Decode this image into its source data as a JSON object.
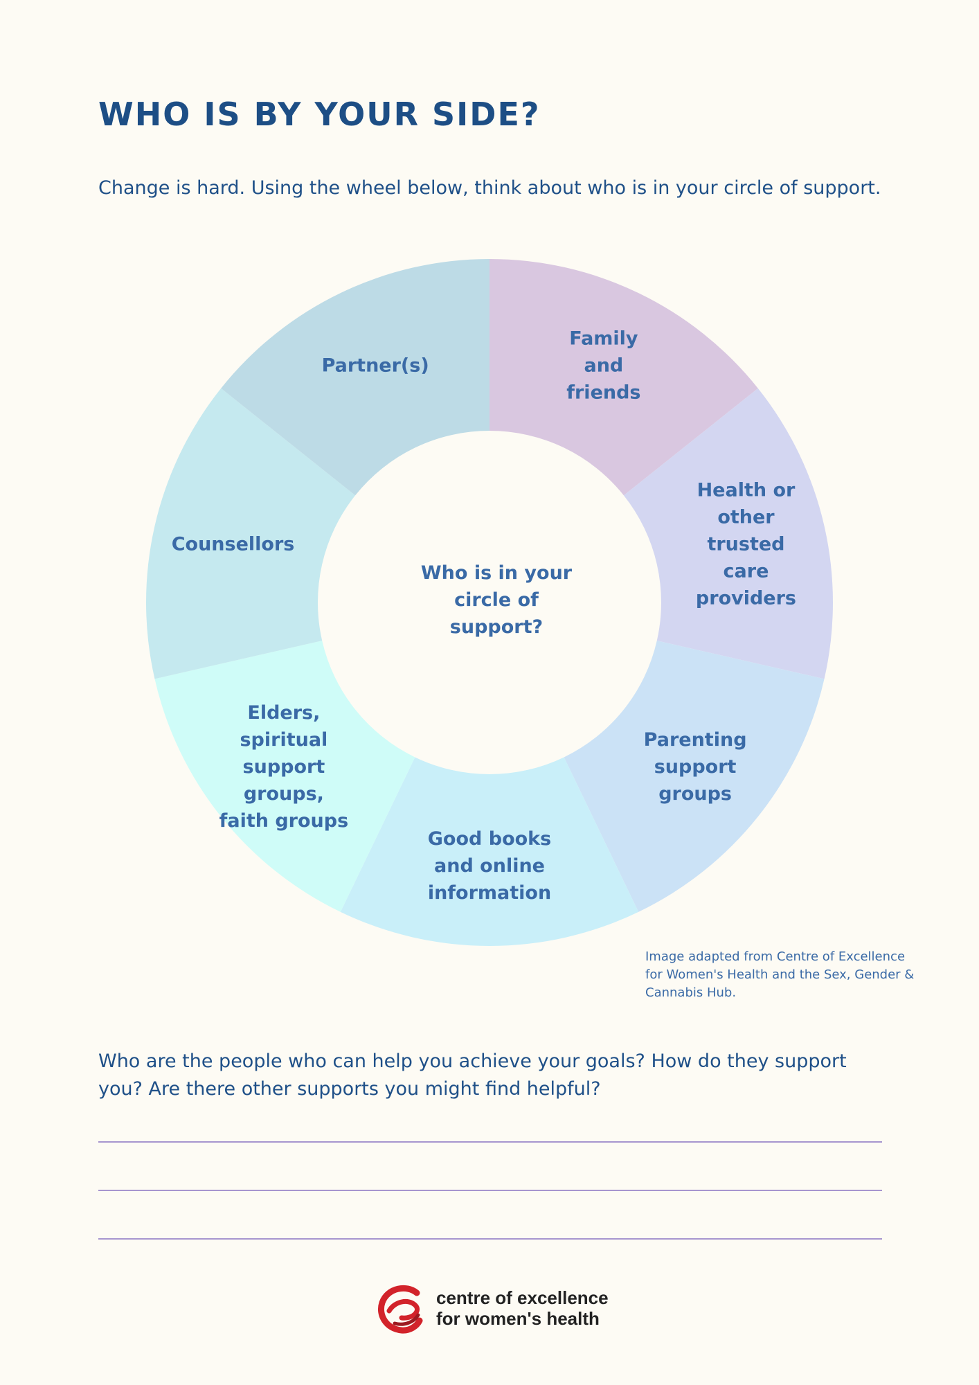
{
  "title": "WHO IS BY YOUR SIDE?",
  "intro": "Change is hard. Using the wheel below, think about who is in your circle of support.",
  "wheel": {
    "center_label": [
      "Who is in your",
      "circle of",
      "support?"
    ],
    "segments": [
      {
        "label": [
          "Family",
          "and",
          "friends"
        ],
        "color": "#d9c7e0"
      },
      {
        "label": [
          "Health or",
          "other",
          "trusted",
          "care",
          "providers"
        ],
        "color": "#d3d6f1"
      },
      {
        "label": [
          "Parenting",
          "support",
          "groups"
        ],
        "color": "#cbe2f6"
      },
      {
        "label": [
          "Good books",
          "and online",
          "information"
        ],
        "color": "#c9eff9"
      },
      {
        "label": [
          "Elders,",
          "spiritual",
          "support",
          "groups,",
          "faith groups"
        ],
        "color": "#cffcf8"
      },
      {
        "label": [
          "Counsellors"
        ],
        "color": "#c5e9ef"
      },
      {
        "label": [
          "Partner(s)"
        ],
        "color": "#bddbe6"
      }
    ]
  },
  "credit": "Image adapted from Centre of Excellence for Women's Health and the Sex, Gender & Cannabis Hub.",
  "question": "Who are the people who can help you achieve your goals? How do they support you? Are there other supports you might find helpful?",
  "logo": {
    "line1": "centre of excellence",
    "line2": "for women's health",
    "colors": {
      "mark": "#d2232a",
      "text": "#222222"
    }
  }
}
